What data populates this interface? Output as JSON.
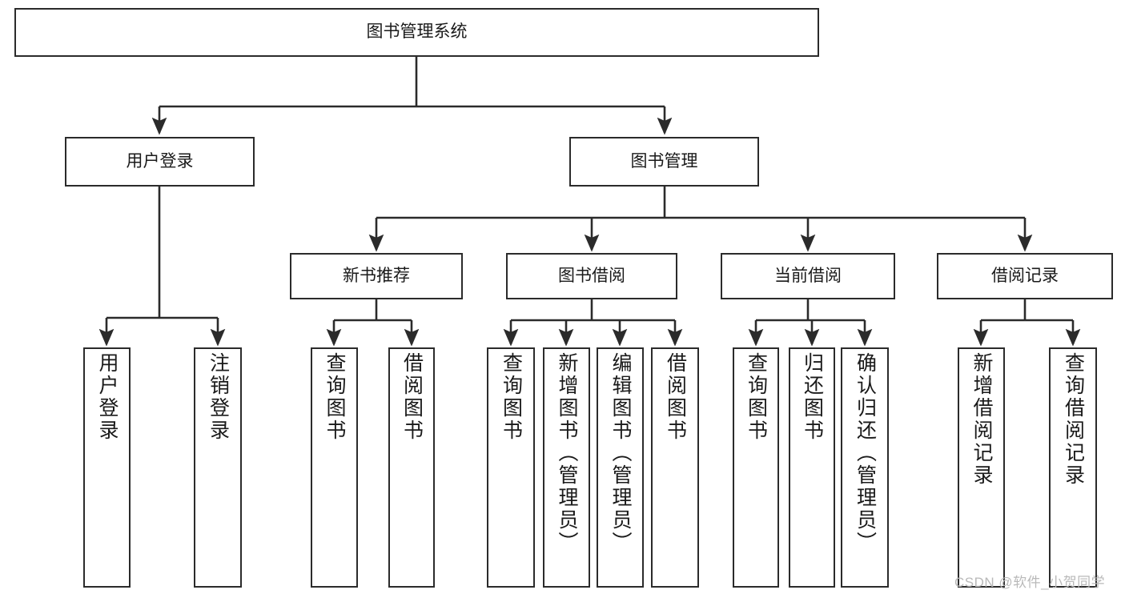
{
  "diagram": {
    "title": "图书管理系统",
    "type": "hierarchy-tree",
    "watermark": "CSDN @软件_小贺同学",
    "colors": {
      "border": "#2b2b2b",
      "background": "#ffffff",
      "text": "#1a1a1a",
      "watermark": "#b9b9b9"
    },
    "nodes": {
      "root": {
        "label": "图书管理系统",
        "level": 1
      },
      "level2": [
        {
          "id": "user-login",
          "label": "用户登录"
        },
        {
          "id": "book-manage",
          "label": "图书管理"
        }
      ],
      "level3": [
        {
          "id": "new-book-recommend",
          "label": "新书推荐"
        },
        {
          "id": "book-borrow",
          "label": "图书借阅"
        },
        {
          "id": "current-borrow",
          "label": "当前借阅"
        },
        {
          "id": "borrow-record",
          "label": "借阅记录"
        }
      ],
      "leaves": [
        {
          "id": "leaf-user-login",
          "label": "用户登录",
          "parent": "user-login"
        },
        {
          "id": "leaf-logout",
          "label": "注销登录",
          "parent": "user-login"
        },
        {
          "id": "leaf-query-book-1",
          "label": "查询图书",
          "parent": "new-book-recommend"
        },
        {
          "id": "leaf-borrow-book-1",
          "label": "借阅图书",
          "parent": "new-book-recommend"
        },
        {
          "id": "leaf-query-book-2",
          "label": "查询图书",
          "parent": "book-borrow"
        },
        {
          "id": "leaf-add-book",
          "label": "新增图书（管理员）",
          "parent": "book-borrow"
        },
        {
          "id": "leaf-edit-book",
          "label": "编辑图书（管理员）",
          "parent": "book-borrow"
        },
        {
          "id": "leaf-borrow-book-2",
          "label": "借阅图书",
          "parent": "book-borrow"
        },
        {
          "id": "leaf-query-book-3",
          "label": "查询图书",
          "parent": "current-borrow"
        },
        {
          "id": "leaf-return-book",
          "label": "归还图书",
          "parent": "current-borrow"
        },
        {
          "id": "leaf-confirm-return",
          "label": "确认归还（管理员）",
          "parent": "current-borrow"
        },
        {
          "id": "leaf-add-record",
          "label": "新增借阅记录",
          "parent": "borrow-record"
        },
        {
          "id": "leaf-query-record",
          "label": "查询借阅记录",
          "parent": "borrow-record"
        }
      ]
    }
  }
}
